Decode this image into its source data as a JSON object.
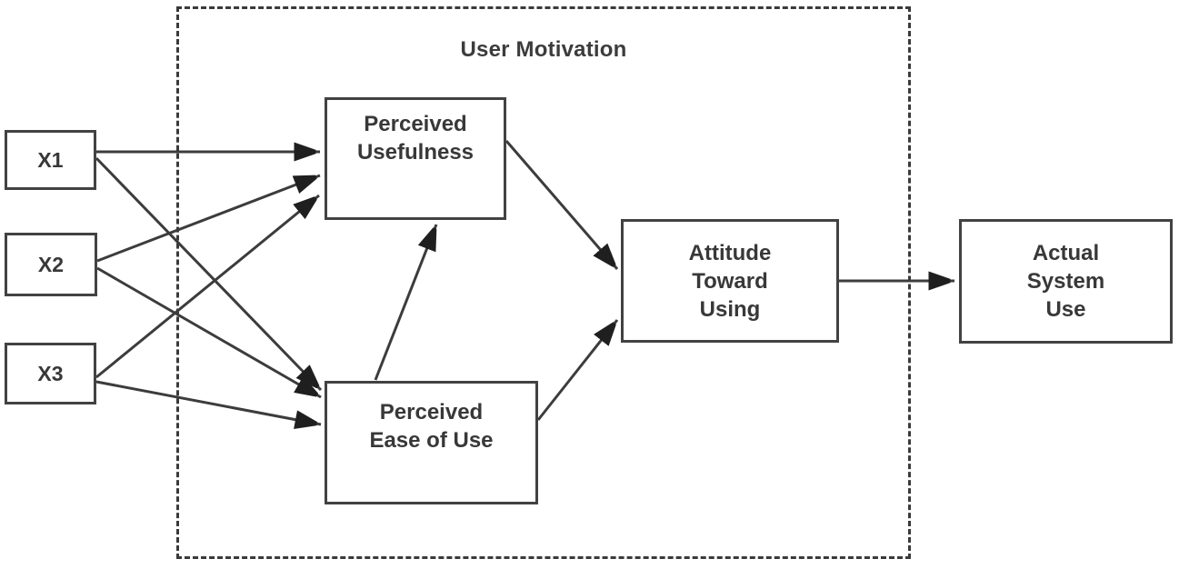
{
  "colors": {
    "background": "#ffffff",
    "stroke": "#3c3c3c",
    "box_border": "#424242",
    "text": "#383838",
    "arrowhead": "#1f1f1f"
  },
  "diagram": {
    "type": "flow-diagram",
    "group": {
      "title": "User Motivation"
    },
    "nodes": {
      "x1": {
        "label": "X1"
      },
      "x2": {
        "label": "X2"
      },
      "x3": {
        "label": "X3"
      },
      "perceived_usefulness": {
        "label": "Perceived\nUsefulness"
      },
      "perceived_ease_of_use": {
        "label": "Perceived\nEase of Use"
      },
      "attitude_toward_using": {
        "label": "Attitude\nToward\nUsing"
      },
      "actual_system_use": {
        "label": "Actual\nSystem\nUse"
      }
    },
    "edges": [
      {
        "from": "x1",
        "to": "perceived_usefulness"
      },
      {
        "from": "x2",
        "to": "perceived_usefulness"
      },
      {
        "from": "x3",
        "to": "perceived_usefulness"
      },
      {
        "from": "x1",
        "to": "perceived_ease_of_use"
      },
      {
        "from": "x2",
        "to": "perceived_ease_of_use"
      },
      {
        "from": "x3",
        "to": "perceived_ease_of_use"
      },
      {
        "from": "perceived_ease_of_use",
        "to": "perceived_usefulness"
      },
      {
        "from": "perceived_usefulness",
        "to": "attitude_toward_using"
      },
      {
        "from": "perceived_ease_of_use",
        "to": "attitude_toward_using"
      },
      {
        "from": "attitude_toward_using",
        "to": "actual_system_use"
      }
    ]
  }
}
